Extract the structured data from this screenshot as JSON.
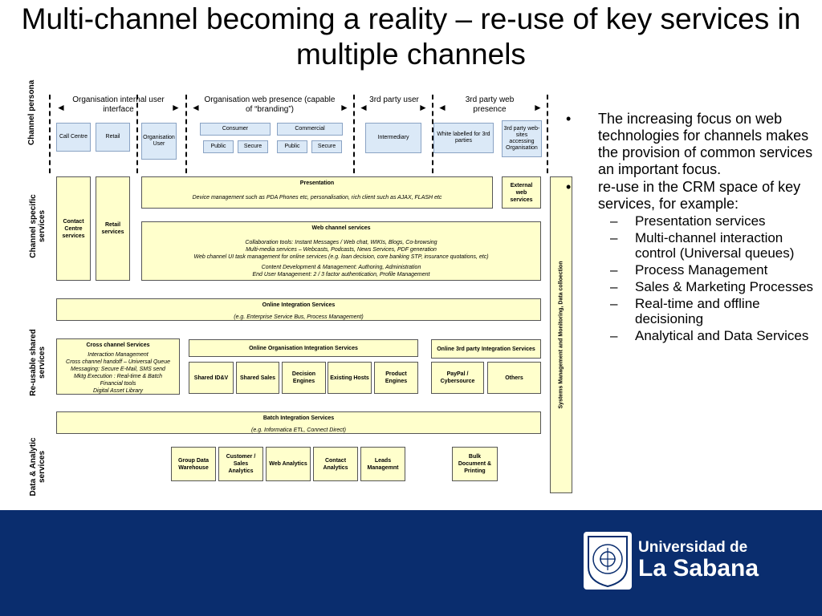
{
  "slide": {
    "title": "Multi-channel becoming a reality – re-use of key services in multiple channels"
  },
  "diagram": {
    "row_labels": {
      "channel_persona": "Channel persona",
      "channel_specific": "Channel specific services",
      "reusable_shared": "Re-usable shared services",
      "data_analytic": "Data & Analytic services"
    },
    "headers": {
      "org_internal": "Organisation internal user interface",
      "org_web": "Organisation web presence (capable of “branding”)",
      "third_party_user": "3rd party user",
      "third_party_web": "3rd party web presence"
    },
    "persona": {
      "call_centre": "Call Centre",
      "retail": "Retail",
      "organisation_user": "Organisation User",
      "consumer": "Consumer",
      "commercial": "Commercial",
      "public1": "Public",
      "secure1": "Secure",
      "public2": "Public",
      "secure2": "Secure",
      "intermediary": "Intermediary",
      "white_labelled": "White labelled for 3rd parties",
      "third_party_sites": "3rd party web-sites accessing Organisation"
    },
    "channel_services": {
      "contact_centre": "Contact Centre services",
      "retail_services": "Retail services",
      "presentation_title": "Presentation",
      "presentation_desc": "Device management such as PDA Phones etc, personalisation, rich client such as AJAX, FLASH etc",
      "external_web": "External web services",
      "web_channel_title": "Web channel services",
      "web_channel_l1": "Collaboration tools: Instant Messages / Web chat, WIKIs, Blogs, Co-browsing",
      "web_channel_l2": "Multi-media services – Webcasts, Podcasts, News Services, PDF generation",
      "web_channel_l3": "Web channel UI task management for online services (e.g. loan decision, core banking STP, insurance quotations, etc)",
      "web_channel_l4": "Content Development & Management: Authoring, Administration",
      "web_channel_l5": "End User Management: 2 / 3 factor authentication, Profile Management"
    },
    "shared_services": {
      "online_integration_title": "Online Integration Services",
      "online_integration_desc": "(e.g. Enterprise Service Bus, Process Management)",
      "cross_channel_title": "Cross channel Services",
      "cross_channel_l1": "Interaction Management",
      "cross_channel_l2": "Cross channel handoff – Universal Queue",
      "cross_channel_l3": "Messaging: Secure E-Mail, SMS send",
      "cross_channel_l4": "Mktg Execution : Real-time & Batch",
      "cross_channel_l5": "Financial tools",
      "cross_channel_l6": "Digital Asset Library",
      "online_org_integration": "Online Organisation Integration Services",
      "online_third_party": "Online 3rd party Integration Services",
      "shared_idv": "Shared ID&V",
      "shared_sales": "Shared Sales",
      "decision_engines": "Decision Engines",
      "existing_hosts": "Existing Hosts",
      "product_engines": "Product Engines",
      "paypal": "PayPal / Cybersource",
      "others": "Others",
      "batch_title": "Batch Integration Services",
      "batch_desc": "(e.g. Informatica ETL, Connect Direct)"
    },
    "data_services": {
      "group_data": "Group Data Warehouse",
      "customer_sales": "Customer / Sales Analytics",
      "web_analytics": "Web Analytics",
      "contact_analytics": "Contact Analytics",
      "leads": "Leads Managemnt",
      "bulk_doc": "Bulk Document & Printing"
    },
    "systems_mgmt": "Systems Management and Monitoring, Data colloection"
  },
  "bullets": {
    "b1": "The increasing focus on web technologies for channels makes the provision of common services an important focus.",
    "b2": "re-use in the CRM space of key services, for example:",
    "sub": [
      "Presentation services",
      "Multi-channel interaction control (Universal queues)",
      "Process Management",
      "Sales & Marketing Processes",
      "Real-time and offline decisioning",
      "Analytical and Data Services"
    ],
    "bullet_glyph": "•",
    "dash_glyph": "–"
  },
  "footer": {
    "logo_line1": "Universidad de",
    "logo_line2": "La Sabana",
    "color": "#0a2d6e"
  }
}
